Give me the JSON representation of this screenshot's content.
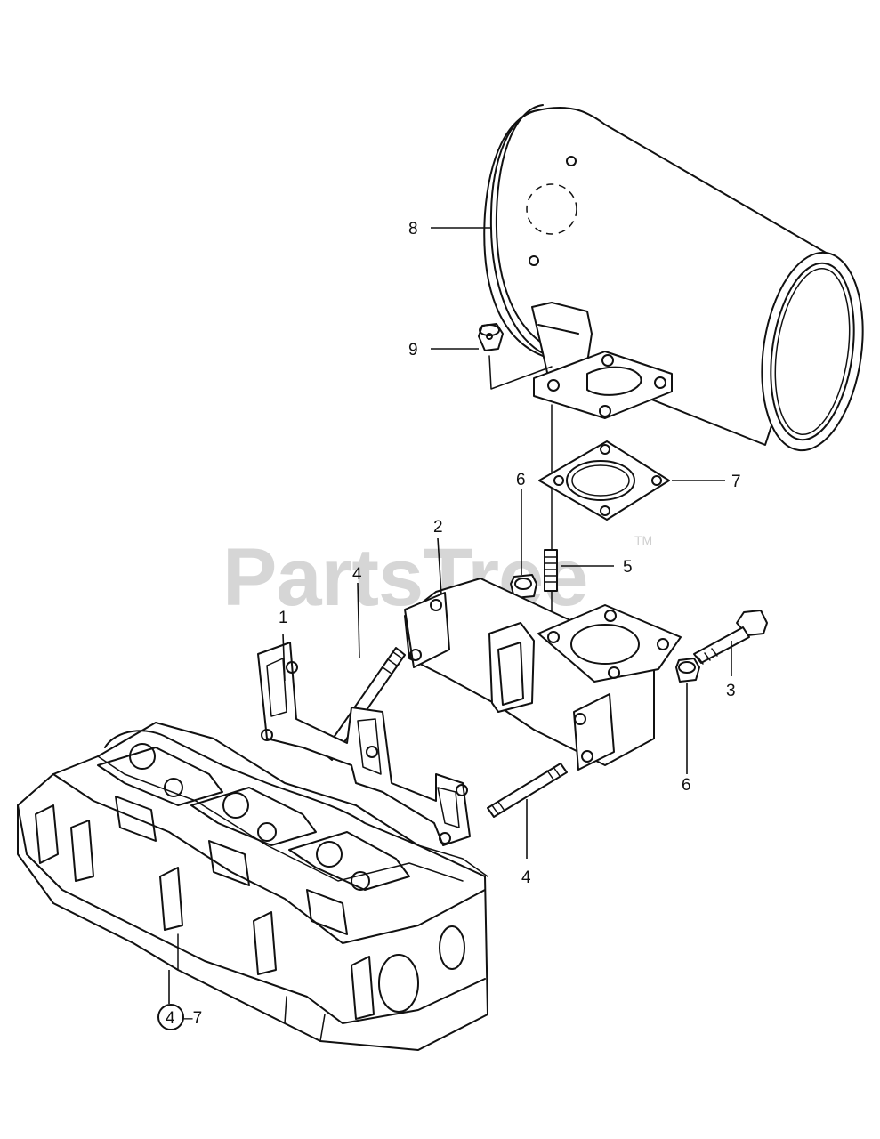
{
  "watermark": {
    "brand": "PartsTree",
    "trademark": "TM"
  },
  "callouts": {
    "c1": "1",
    "c2": "2",
    "c3": "3",
    "c4a": "4",
    "c4b": "4",
    "c5": "5",
    "c6a": "6",
    "c6b": "6",
    "c7": "7",
    "c8": "8",
    "c9": "9",
    "ref_num": "4",
    "ref_suffix": "–7"
  }
}
